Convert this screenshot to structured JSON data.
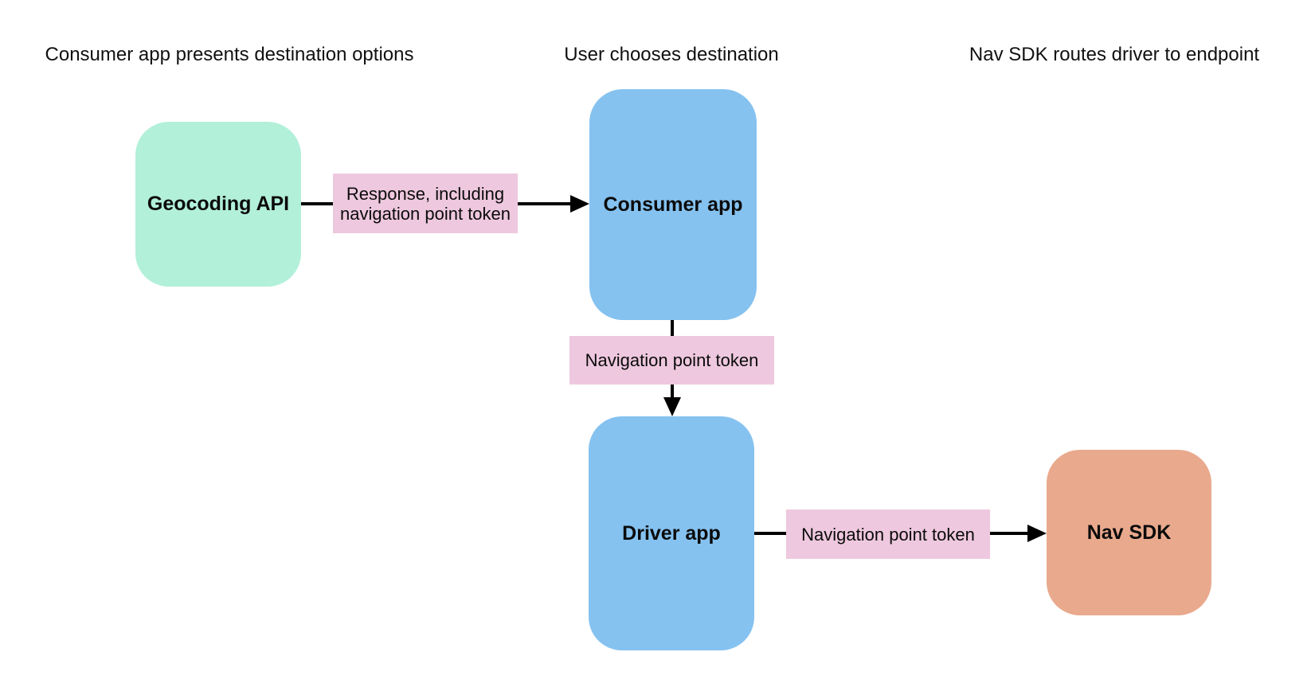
{
  "page": {
    "background": "#ffffff",
    "text_color": "#111111",
    "arrow_color": "#000000"
  },
  "diagram": {
    "lane_titles": [
      "Consumer app presents destination options",
      "User chooses destination",
      "Nav SDK routes driver to endpoint"
    ],
    "nodes": [
      {
        "id": "geocoding-api",
        "label": "Geocoding API",
        "color": "#b2f0da"
      },
      {
        "id": "consumer-app",
        "label": "Consumer app",
        "color": "#85c2f0"
      },
      {
        "id": "driver-app",
        "label": "Driver app",
        "color": "#85c2f0"
      },
      {
        "id": "nav-sdk",
        "label": "Nav SDK",
        "color": "#e9a98d"
      }
    ],
    "edges": [
      {
        "from": "geocoding-api",
        "to": "consumer-app",
        "label": "Response, including navigation point token",
        "label_bg": "#eec8de"
      },
      {
        "from": "consumer-app",
        "to": "driver-app",
        "label": "Navigation point token",
        "label_bg": "#eec8de"
      },
      {
        "from": "driver-app",
        "to": "nav-sdk",
        "label": "Navigation point token",
        "label_bg": "#eec8de"
      }
    ]
  }
}
